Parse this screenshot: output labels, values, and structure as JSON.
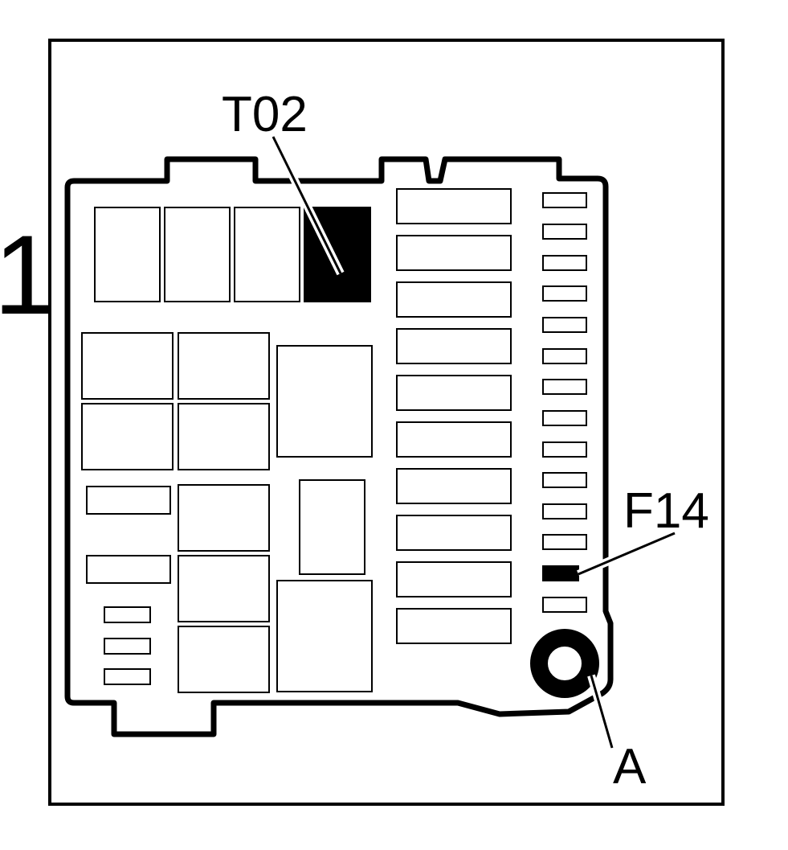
{
  "figure_number": "1",
  "labels": {
    "relay": "T02",
    "fuse": "F14",
    "mount": "A"
  },
  "colors": {
    "line": "#000000",
    "background": "#ffffff",
    "highlight": "#000000"
  },
  "highlighted": [
    "relay-t02",
    "fuse-f14"
  ]
}
